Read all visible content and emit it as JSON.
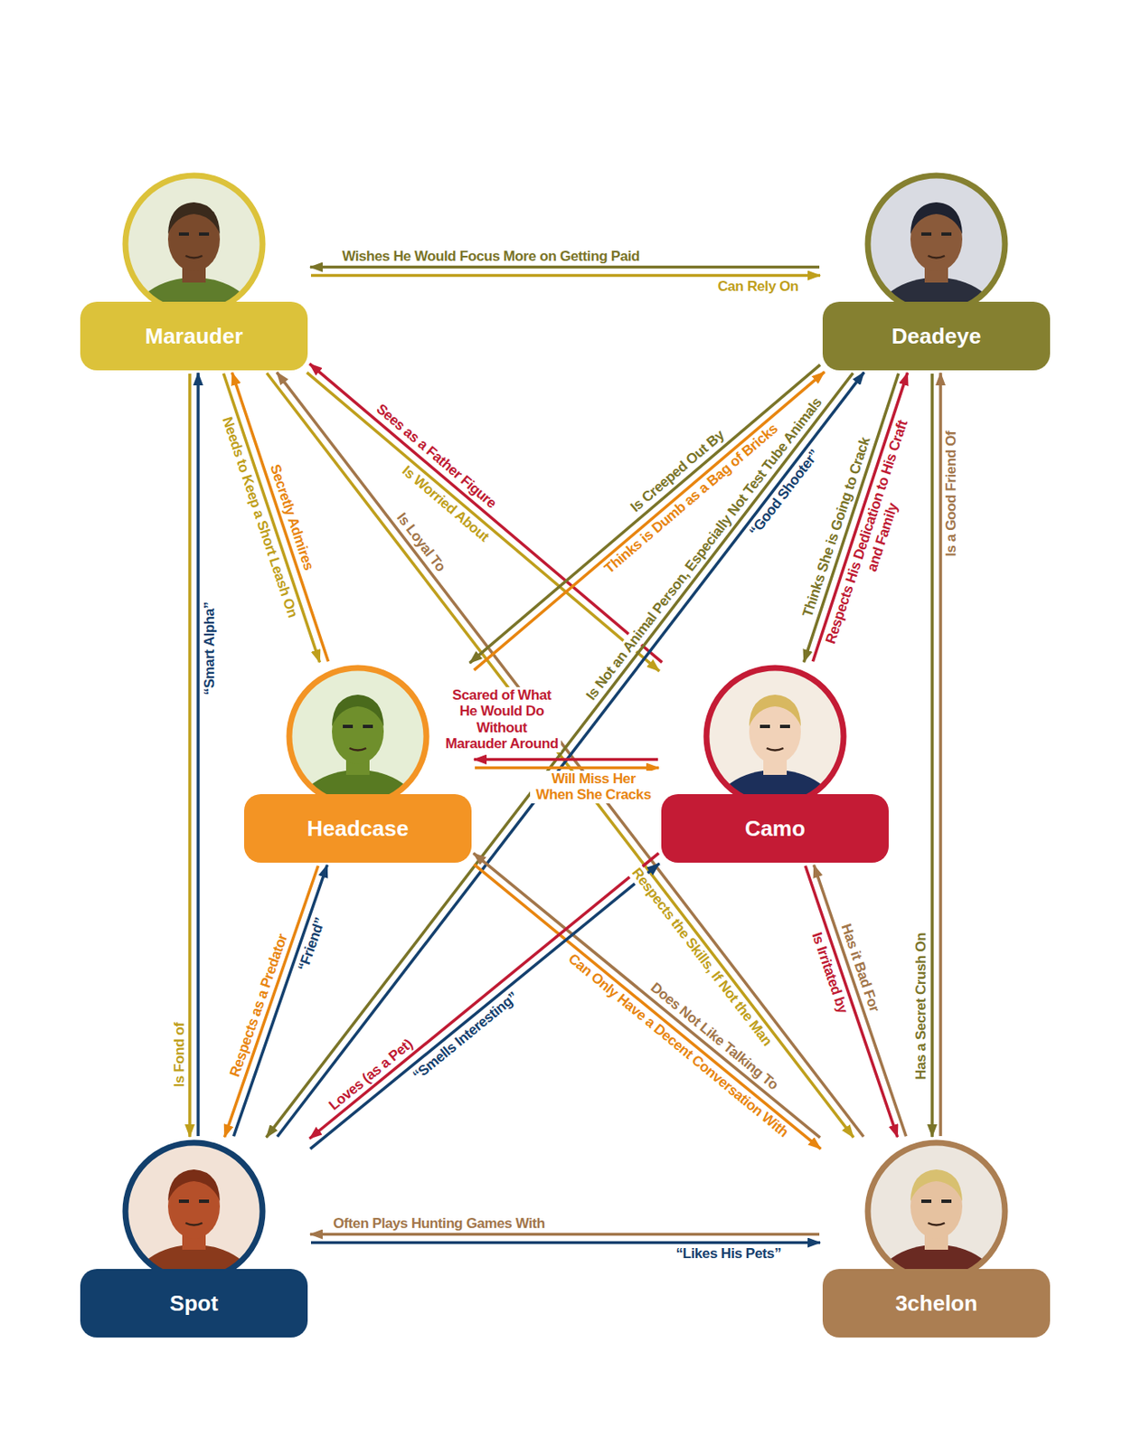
{
  "diagram": {
    "nodes": [
      {
        "text": [
          "Marauder"
        ]
      },
      {
        "text": [
          "Deadeye"
        ]
      },
      {
        "text": [
          "Headcase"
        ]
      },
      {
        "text": [
          "Camo"
        ]
      },
      {
        "text": [
          "Spot"
        ]
      },
      {
        "text": [
          "3chelon"
        ]
      }
    ],
    "edges": [
      {
        "from": 1,
        "to": 0,
        "arrow": "to",
        "label": "Wishes He Would Focus More on Getting Paid"
      },
      {
        "from": 0,
        "to": 1,
        "arrow": "to",
        "label": "Can Rely On"
      },
      {
        "from": 0,
        "to": 3,
        "arrow": "to",
        "label": "Is Worried About"
      },
      {
        "from": 3,
        "to": 0,
        "arrow": "to",
        "label": "Sees as a Father Figure"
      },
      {
        "from": 0,
        "to": 2,
        "arrow": "to",
        "label": "Needs to Keep a Short Leash On"
      },
      {
        "from": 2,
        "to": 0,
        "arrow": "to",
        "label": "Secretly Admires"
      },
      {
        "from": 5,
        "to": 0,
        "arrow": "to",
        "label": "Is Loyal To"
      },
      {
        "from": 0,
        "to": 5,
        "arrow": "to",
        "label": "Respects the Skills, If Not the Man"
      },
      {
        "from": 0,
        "to": 4,
        "arrow": "to",
        "label": "Is Fond of"
      },
      {
        "from": 4,
        "to": 0,
        "arrow": "to",
        "label": "“Smart Alpha”"
      },
      {
        "from": 1,
        "to": 2,
        "arrow": "to",
        "label": "Is Creeped Out By"
      },
      {
        "from": 2,
        "to": 1,
        "arrow": "to",
        "label": "Thinks is Dumb as a Bag of Bricks"
      },
      {
        "from": 1,
        "to": 4,
        "arrow": "to",
        "label": "Is Not an Animal Person, Especially Not Test Tube Animals"
      },
      {
        "from": 4,
        "to": 1,
        "arrow": "to",
        "label": "“Good Shooter”"
      },
      {
        "from": 1,
        "to": 3,
        "arrow": "to",
        "label": "Thinks She is Going to Crack"
      },
      {
        "from": 3,
        "to": 1,
        "arrow": "to",
        "label": "Respects His Dedication to His Craft and Family"
      },
      {
        "from": 5,
        "to": 1,
        "arrow": "to",
        "label": "Is a Good Friend Of"
      },
      {
        "from": 1,
        "to": 5,
        "arrow": "to",
        "label": "Has a Secret Crush On"
      },
      {
        "from": 3,
        "to": 2,
        "arrow": "to",
        "label": "Scared of What He Would Do Without Marauder Around"
      },
      {
        "from": 2,
        "to": 3,
        "arrow": "to",
        "label": "Will Miss Her When She Cracks"
      },
      {
        "from": 2,
        "to": 4,
        "arrow": "to",
        "label": "Respects as a Predator"
      },
      {
        "from": 4,
        "to": 2,
        "arrow": "to",
        "label": "“Friend”"
      },
      {
        "from": 2,
        "to": 5,
        "arrow": "to",
        "label": "Can Only Have a Decent Conversation With"
      },
      {
        "from": 5,
        "to": 2,
        "arrow": "to",
        "label": "Does Not Like Talking To"
      },
      {
        "from": 3,
        "to": 4,
        "arrow": "to",
        "label": "Loves (as a Pet)"
      },
      {
        "from": 4,
        "to": 3,
        "arrow": "to",
        "label": "“Smells Interesting”"
      },
      {
        "from": 3,
        "to": 5,
        "arrow": "to",
        "label": "Is Irritated by"
      },
      {
        "from": 5,
        "to": 3,
        "arrow": "to",
        "label": "Has it Bad For"
      },
      {
        "from": 5,
        "to": 4,
        "arrow": "to",
        "label": "Often Plays Hunting Games With"
      },
      {
        "from": 4,
        "to": 5,
        "arrow": "to",
        "label": "“Likes His Pets”"
      }
    ]
  }
}
